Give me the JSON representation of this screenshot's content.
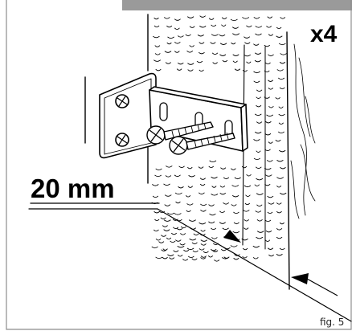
{
  "quantity_label": "x4",
  "dimension_label": "20 mm",
  "figure_label": "fig. 5",
  "colors": {
    "ink": "#000000",
    "header_bar": "#9a9a9a",
    "frame": "#8c8c8c"
  },
  "icons": [
    "bracket-icon",
    "screw-icon",
    "wall-texture"
  ]
}
